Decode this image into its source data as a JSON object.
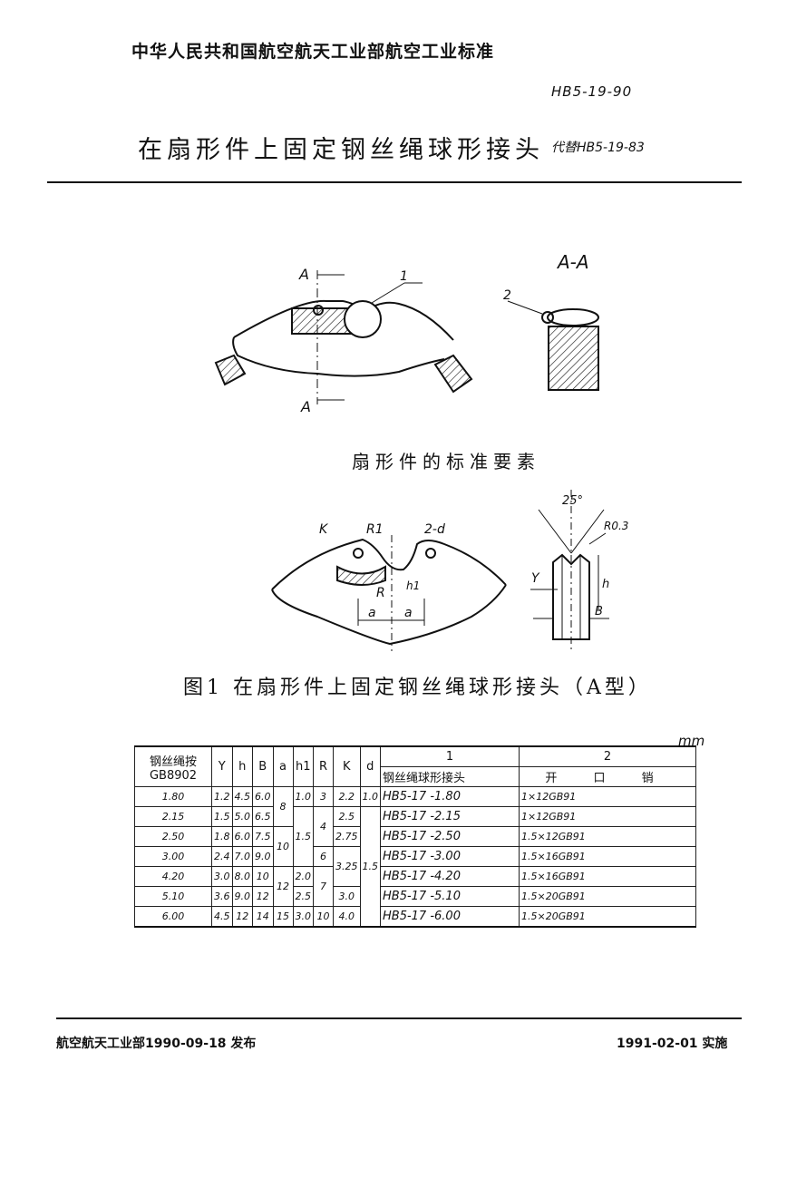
{
  "header": {
    "org": "中华人民共和国航空航天工业部航空工业标准",
    "code": "HB5-19-90",
    "title": "在扇形件上固定钢丝绳球形接头",
    "replaces": "代替HB5-19-83"
  },
  "figure": {
    "section_label": "A-A",
    "caption_top": "扇形件的标准要素",
    "caption": "图1 在扇形件上固定钢丝绳球形接头（A型）",
    "labels": {
      "a_mark": "A",
      "part1": "1",
      "part2": "2",
      "k": "K",
      "r1": "R1",
      "two_d": "2-d",
      "r": "R",
      "h1": "h1",
      "a": "a",
      "angle": "25°",
      "r03": "R0.3",
      "y": "Y",
      "h": "h",
      "b": "B"
    }
  },
  "table": {
    "unit": "mm",
    "headers": {
      "size": "钢丝绳按GB8902",
      "y": "Y",
      "h": "h",
      "b": "B",
      "a": "a",
      "h1": "h1",
      "r": "R",
      "k": "K",
      "d": "d",
      "part1_no": "1",
      "part1_name": "钢丝绳球形接头",
      "part2_no": "2",
      "part2_name": "开 口 销"
    },
    "rows": [
      {
        "size": "1.80",
        "y": "1.2",
        "h": "4.5",
        "b": "6.0",
        "k": "2.2",
        "part1": "HB5-17 -1.80",
        "part2": "1×12GB91"
      },
      {
        "size": "2.15",
        "y": "1.5",
        "h": "5.0",
        "b": "6.5",
        "k": "2.5",
        "part1": "HB5-17 -2.15",
        "part2": "1×12GB91"
      },
      {
        "size": "2.50",
        "y": "1.8",
        "h": "6.0",
        "b": "7.5",
        "k": "2.75",
        "part1": "HB5-17 -2.50",
        "part2": "1.5×12GB91"
      },
      {
        "size": "3.00",
        "y": "2.4",
        "h": "7.0",
        "b": "9.0",
        "k": "",
        "part1": "HB5-17 -3.00",
        "part2": "1.5×16GB91"
      },
      {
        "size": "4.20",
        "y": "3.0",
        "h": "8.0",
        "b": "10",
        "k": "3.25",
        "part1": "HB5-17 -4.20",
        "part2": "1.5×16GB91"
      },
      {
        "size": "5.10",
        "y": "3.6",
        "h": "9.0",
        "b": "12",
        "k": "3.0",
        "part1": "HB5-17 -5.10",
        "part2": "1.5×20GB91"
      },
      {
        "size": "6.00",
        "y": "4.5",
        "h": "12",
        "b": "14",
        "k": "4.0",
        "part1": "HB5-17 -6.00",
        "part2": "1.5×20GB91"
      }
    ],
    "merged": {
      "a_8": "8",
      "a_10": "10",
      "a_12": "12",
      "a_15": "15",
      "h1_10": "1.0",
      "h1_15": "1.5",
      "h1_20": "2.0",
      "h1_25": "2.5",
      "h1_30": "3.0",
      "r_3": "3",
      "r_4": "4",
      "r_6": "6",
      "r_7": "7",
      "r_10": "10",
      "d_10": "1.0",
      "d_15": "1.5"
    }
  },
  "footer": {
    "issued": "航空航天工业部1990-09-18 发布",
    "effective": "1991-02-01 实施"
  }
}
